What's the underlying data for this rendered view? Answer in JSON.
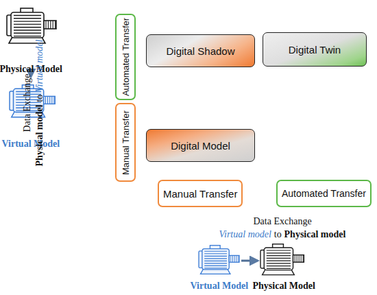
{
  "diagram": {
    "nodes": [
      {
        "text": [
          "Automated Transfer"
        ]
      },
      {
        "text": [
          "Manual Transfer"
        ]
      },
      {
        "text": [
          "Digital Shadow"
        ]
      },
      {
        "text": [
          "Digital Twin"
        ]
      },
      {
        "text": [
          "Digital Model"
        ]
      },
      {
        "text": [
          "Manual Transfer"
        ]
      },
      {
        "text": [
          "Automated Transfer"
        ]
      }
    ],
    "labels": [
      "Physical Model",
      "Virtual Model",
      "Data Exchange",
      "Physical model",
      "to",
      "Virtual model",
      "Data Exchange",
      "Virtual model",
      "to",
      "Physical model",
      "Virtual Model",
      "Physical Model"
    ]
  }
}
